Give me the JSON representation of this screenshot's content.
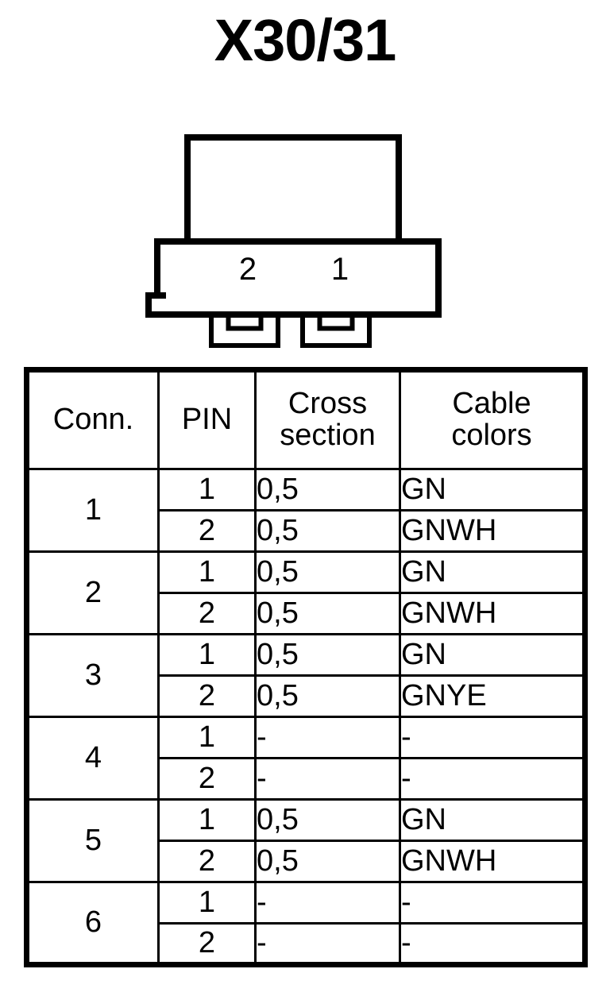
{
  "page": {
    "title": "X30/31"
  },
  "connector": {
    "name": "connector-x30-31",
    "pin_labels": [
      "2",
      "1"
    ],
    "cavity_count": 2
  },
  "table": {
    "headers": {
      "conn": "Conn.",
      "pin": "PIN",
      "cross_section": "Cross section",
      "cross_section_line1": "Cross",
      "cross_section_line2": "section",
      "cable_colors": "Cable colors",
      "cable_colors_line1": "Cable",
      "cable_colors_line2": "colors"
    },
    "groups": [
      {
        "conn": "1",
        "rows": [
          {
            "pin": "1",
            "cross_section": "0,5",
            "cable_color": "GN"
          },
          {
            "pin": "2",
            "cross_section": "0,5",
            "cable_color": "GNWH"
          }
        ]
      },
      {
        "conn": "2",
        "rows": [
          {
            "pin": "1",
            "cross_section": "0,5",
            "cable_color": "GN"
          },
          {
            "pin": "2",
            "cross_section": "0,5",
            "cable_color": "GNWH"
          }
        ]
      },
      {
        "conn": "3",
        "rows": [
          {
            "pin": "1",
            "cross_section": "0,5",
            "cable_color": "GN"
          },
          {
            "pin": "2",
            "cross_section": "0,5",
            "cable_color": "GNYE"
          }
        ]
      },
      {
        "conn": "4",
        "rows": [
          {
            "pin": "1",
            "cross_section": "-",
            "cable_color": "-"
          },
          {
            "pin": "2",
            "cross_section": "-",
            "cable_color": "-"
          }
        ]
      },
      {
        "conn": "5",
        "rows": [
          {
            "pin": "1",
            "cross_section": "0,5",
            "cable_color": "GN"
          },
          {
            "pin": "2",
            "cross_section": "0,5",
            "cable_color": "GNWH"
          }
        ]
      },
      {
        "conn": "6",
        "rows": [
          {
            "pin": "1",
            "cross_section": "-",
            "cable_color": "-"
          },
          {
            "pin": "2",
            "cross_section": "-",
            "cable_color": "-"
          }
        ]
      }
    ]
  },
  "colors": {
    "ink": "#000000",
    "paper": "#ffffff"
  }
}
